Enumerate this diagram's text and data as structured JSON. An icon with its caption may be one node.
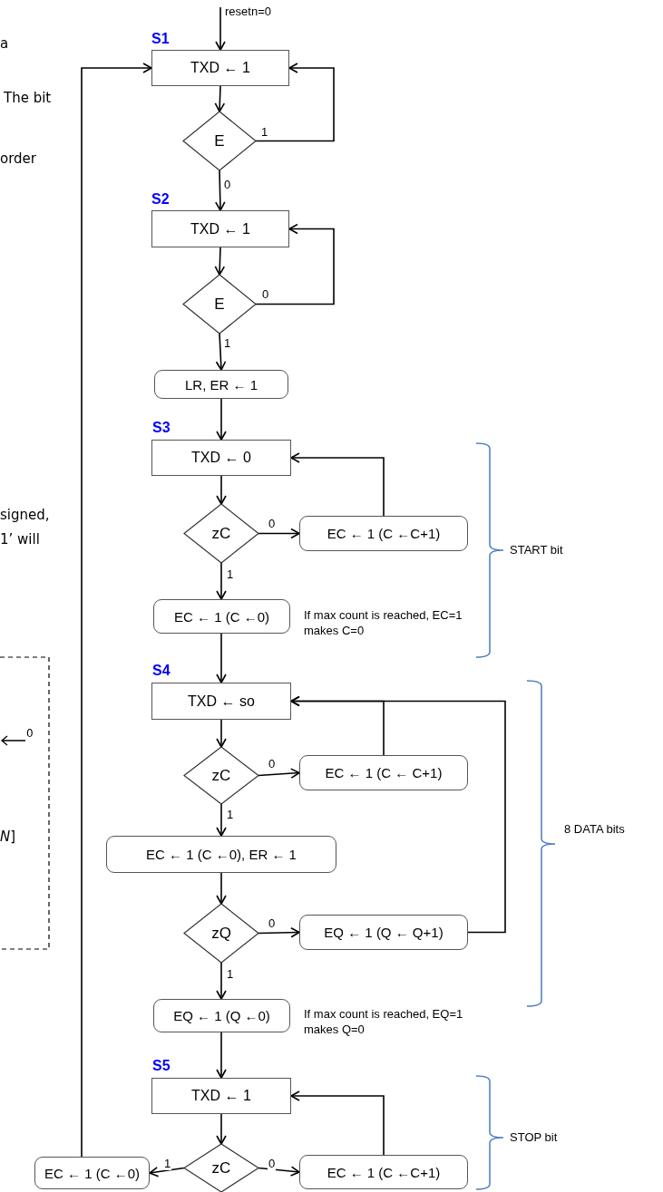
{
  "diagram": {
    "nodes": [
      {
        "text": [
          "TXD ← 1"
        ],
        "beside": [
          "S1"
        ]
      },
      {
        "text": [
          "E"
        ]
      },
      {
        "text": [
          "TXD ← 1"
        ],
        "beside": [
          "S2"
        ]
      },
      {
        "text": [
          "E"
        ]
      },
      {
        "text": [
          "LR, ER ← 1"
        ]
      },
      {
        "text": [
          "TXD ← 0"
        ],
        "beside": [
          "S3"
        ]
      },
      {
        "text": [
          "zC"
        ]
      },
      {
        "text": [
          "EC ← 1 (C ←C+1)"
        ]
      },
      {
        "text": [
          "EC ← 1 (C ←0)"
        ]
      },
      {
        "text": [
          "TXD ← so"
        ],
        "beside": [
          "S4"
        ]
      },
      {
        "text": [
          "zC"
        ]
      },
      {
        "text": [
          "EC ← 1 (C ← C+1)"
        ]
      },
      {
        "text": [
          "EC ← 1 (C ←0), ER ← 1"
        ]
      },
      {
        "text": [
          "zQ"
        ]
      },
      {
        "text": [
          "EQ ← 1 (Q ← Q+1)"
        ]
      },
      {
        "text": [
          "EQ ← 1 (Q ←0)"
        ]
      },
      {
        "text": [
          "TXD ← 1"
        ],
        "beside": [
          "S5"
        ]
      },
      {
        "text": [
          "zC"
        ]
      },
      {
        "text": [
          "EC ← 1 (C ←C+1)"
        ]
      },
      {
        "text": [
          "EC ← 1 (C ←0)"
        ]
      }
    ],
    "edges": [
      {
        "from": null,
        "to": 0,
        "arrow": "to",
        "label": "resetn=0"
      },
      {
        "from": 0,
        "to": 1,
        "arrow": "to"
      },
      {
        "from": 1,
        "to": 0,
        "arrow": "to",
        "label": "1"
      },
      {
        "from": 1,
        "to": 2,
        "arrow": "to",
        "label": "0"
      },
      {
        "from": 2,
        "to": 3,
        "arrow": "to"
      },
      {
        "from": 3,
        "to": 2,
        "arrow": "to",
        "label": "0"
      },
      {
        "from": 3,
        "to": 4,
        "arrow": "to",
        "label": "1"
      },
      {
        "from": 4,
        "to": 5,
        "arrow": "to"
      },
      {
        "from": 5,
        "to": 6,
        "arrow": "to"
      },
      {
        "from": 6,
        "to": 7,
        "arrow": "to",
        "label": "0"
      },
      {
        "from": 7,
        "to": 5,
        "arrow": "to"
      },
      {
        "from": 6,
        "to": 8,
        "arrow": "to",
        "label": "1"
      },
      {
        "from": 8,
        "to": 9,
        "arrow": "to"
      },
      {
        "from": 9,
        "to": 10,
        "arrow": "to"
      },
      {
        "from": 10,
        "to": 11,
        "arrow": "to",
        "label": "0"
      },
      {
        "from": 11,
        "to": 9,
        "arrow": "to"
      },
      {
        "from": 10,
        "to": 12,
        "arrow": "to",
        "label": "1"
      },
      {
        "from": 12,
        "to": 13,
        "arrow": "to"
      },
      {
        "from": 13,
        "to": 14,
        "arrow": "to",
        "label": "0"
      },
      {
        "from": 14,
        "to": 9,
        "arrow": "to"
      },
      {
        "from": 13,
        "to": 15,
        "arrow": "to",
        "label": "1"
      },
      {
        "from": 15,
        "to": 16,
        "arrow": "to"
      },
      {
        "from": 16,
        "to": 17,
        "arrow": "to"
      },
      {
        "from": 17,
        "to": 18,
        "arrow": "to",
        "label": "0"
      },
      {
        "from": 18,
        "to": 16,
        "arrow": "to"
      },
      {
        "from": 17,
        "to": 19,
        "arrow": "to",
        "label": "1"
      },
      {
        "from": 19,
        "to": 0,
        "arrow": "to"
      }
    ],
    "labels": [
      "a",
      "The bit",
      "order",
      "signed,",
      "1’ will",
      "START bit",
      "If max count is reached, EC=1 makes C=0",
      "0",
      "8 DATA bits",
      "*N*]",
      "If max count is reached, EQ=1 makes Q=0",
      "STOP bit"
    ]
  }
}
